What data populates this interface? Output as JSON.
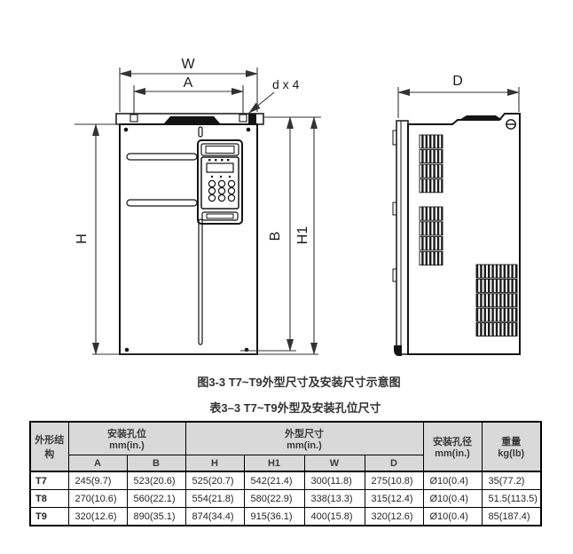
{
  "figure": {
    "caption": "图3-3 T7~T9外型尺寸及安装尺寸示意图",
    "labels": {
      "w": "W",
      "a": "A",
      "holes": "d x 4",
      "h": "H",
      "b": "B",
      "h1": "H1",
      "d": "D"
    }
  },
  "table": {
    "title": "表3–3 T7~T9外型及安装孔位尺寸",
    "header": {
      "structure": "外形结构",
      "mounting_group": "安装孔位",
      "mounting_unit": "mm(in.)",
      "outline_group": "外型尺寸",
      "outline_unit": "mm(in.)",
      "hole_dia": "安装孔径",
      "hole_dia_unit": "mm(in.)",
      "weight": "重量",
      "weight_unit": "kg(lb)",
      "sub": [
        "A",
        "B",
        "H",
        "H1",
        "W",
        "D"
      ]
    },
    "rows": [
      {
        "model": "T7",
        "a": "245(9.7)",
        "b": "523(20.6)",
        "h": "525(20.7)",
        "h1": "542(21.4)",
        "w": "300(11.8)",
        "d": "275(10.8)",
        "hole": "Ø10(0.4)",
        "weight": "35(77.2)"
      },
      {
        "model": "T8",
        "a": "270(10.6)",
        "b": "560(22.1)",
        "h": "554(21.8)",
        "h1": "580(22.9)",
        "w": "338(13.3)",
        "d": "315(12.4)",
        "hole": "Ø10(0.4)",
        "weight": "51.5(113.5)"
      },
      {
        "model": "T9",
        "a": "320(12.6)",
        "b": "890(35.1)",
        "h": "874(34.4)",
        "h1": "915(36.1)",
        "w": "400(15.8)",
        "d": "320(12.6)",
        "hole": "Ø10(0.4)",
        "weight": "85(187.4)"
      }
    ]
  },
  "colors": {
    "header_bg": "#d9d9d9",
    "line": "#1a1a1a",
    "dim_line": "#333333",
    "text": "#333333"
  }
}
